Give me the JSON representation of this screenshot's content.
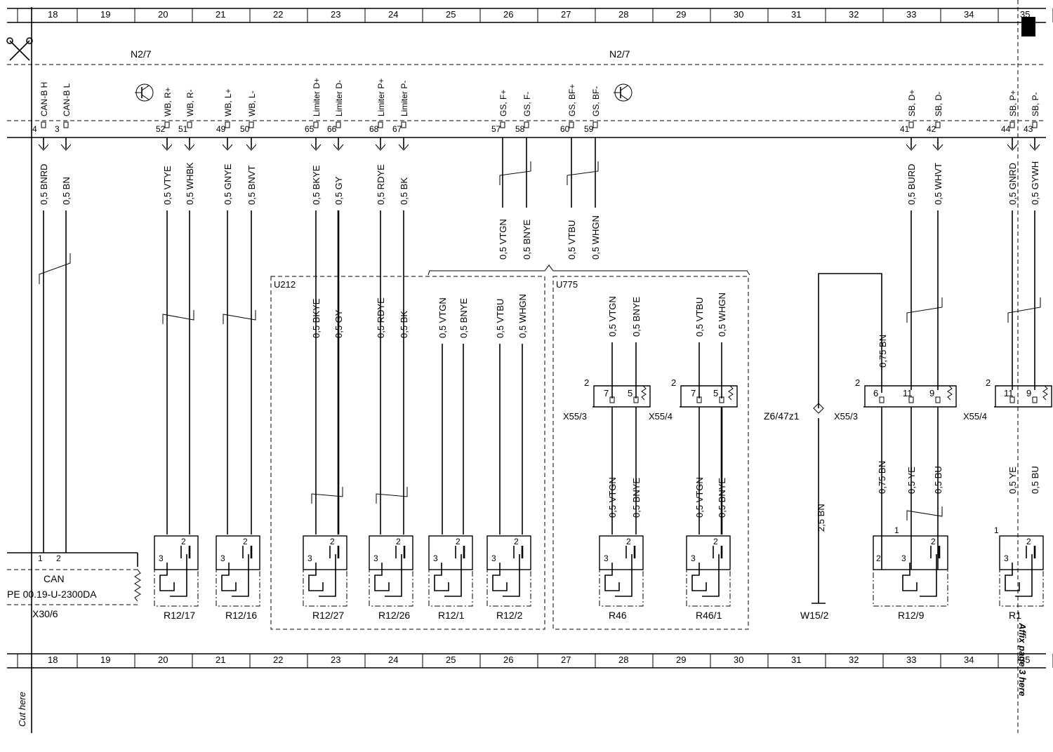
{
  "grid": {
    "columns": [
      "18",
      "19",
      "20",
      "21",
      "22",
      "23",
      "24",
      "25",
      "26",
      "27",
      "28",
      "29",
      "30",
      "31",
      "32",
      "33",
      "34",
      "35"
    ]
  },
  "component": {
    "top_left": "N2/7",
    "top_center": "N2/7"
  },
  "pins": [
    {
      "signal": "CAN-B H",
      "pin": "4",
      "wire": "0,5 BNRD"
    },
    {
      "signal": "CAN-B L",
      "pin": "3",
      "wire": "0,5 BN"
    },
    {
      "signal": "WB, R+",
      "pin": "52",
      "wire": "0,5 VTYE"
    },
    {
      "signal": "WB, R-",
      "pin": "51",
      "wire": "0,5 WHBK"
    },
    {
      "signal": "WB, L+",
      "pin": "49",
      "wire": "0,5 GNYE"
    },
    {
      "signal": "WB, L-",
      "pin": "50",
      "wire": "0,5 BNVT"
    },
    {
      "signal": "Limiter D+",
      "pin": "65",
      "wire": "0,5 BKYE"
    },
    {
      "signal": "Limiter D-",
      "pin": "66",
      "wire": "0,5 GY"
    },
    {
      "signal": "Limiter P+",
      "pin": "68",
      "wire": "0,5 RDYE"
    },
    {
      "signal": "Limiter P-",
      "pin": "67",
      "wire": "0,5 BK"
    },
    {
      "signal": "GS, F+",
      "pin": "57",
      "wire": "0,5 VTGN"
    },
    {
      "signal": "GS, F-",
      "pin": "58",
      "wire": "0,5 BNYE"
    },
    {
      "signal": "GS, BF+",
      "pin": "60",
      "wire": "0,5 VTBU"
    },
    {
      "signal": "GS, BF-",
      "pin": "59",
      "wire": "0,5 WHGN"
    },
    {
      "signal": "SB, D+",
      "pin": "41",
      "wire": "0,5 BURD"
    },
    {
      "signal": "SB, D-",
      "pin": "42",
      "wire": "0,5 WHVT"
    },
    {
      "signal": "SB, P+",
      "pin": "44",
      "wire": "0,5 GNRD"
    },
    {
      "signal": "SB, P-",
      "pin": "43",
      "wire": "0,5 GYWH"
    }
  ],
  "groups": {
    "u212": "U212",
    "u775": "U775"
  },
  "wires_lower": {
    "u212": [
      "0,5 BKYE",
      "0,5 GY",
      "0,5 RDYE",
      "0,5 BK",
      "0,5 VTGN",
      "0,5 BNYE",
      "0,5 VTBU",
      "0,5 WHGN"
    ],
    "u775_upper": [
      "0,5 VTGN",
      "0,5 BNYE",
      "0,5 VTBU",
      "0,5 WHGN"
    ],
    "u775_lower": [
      "0,5 VTGN",
      "0,5 BNYE",
      "0,5 VTGN",
      "0,5 BNYE"
    ],
    "right_upper": "0,75 BN",
    "right_lower": [
      "0,75 BN",
      "0,5 YE",
      "0,5 BU"
    ],
    "far_right_lower": [
      "0,5 YE",
      "0,5 BU"
    ],
    "ground": "2,5 BN"
  },
  "connectors": {
    "x55_3_a": "X55/3",
    "x55_4_a": "X55/4",
    "x55_3_b": "X55/3",
    "x55_4_b": "X55/4",
    "z6": "Z6/47z1",
    "pins_a": [
      "2",
      "7",
      "5"
    ],
    "pins_b": [
      "2",
      "7",
      "5"
    ],
    "pins_c": [
      "2",
      "6",
      "11",
      "9"
    ],
    "pins_d": [
      "2",
      "11",
      "9"
    ]
  },
  "sensors": [
    "R12/17",
    "R12/16",
    "R12/27",
    "R12/26",
    "R12/1",
    "R12/2",
    "R46",
    "R46/1",
    "R12/9",
    "R1"
  ],
  "sensor_pins": {
    "p3": "3",
    "p2": "2",
    "p1": "1"
  },
  "can_block": {
    "label": "CAN",
    "ref": "PE 00.19-U-2300DA",
    "name": "X30/6",
    "pin1": "1",
    "pin2": "2"
  },
  "ground_name": "W15/2",
  "notes": {
    "cut": "Cut here",
    "affix": "Affix page 3 here"
  }
}
